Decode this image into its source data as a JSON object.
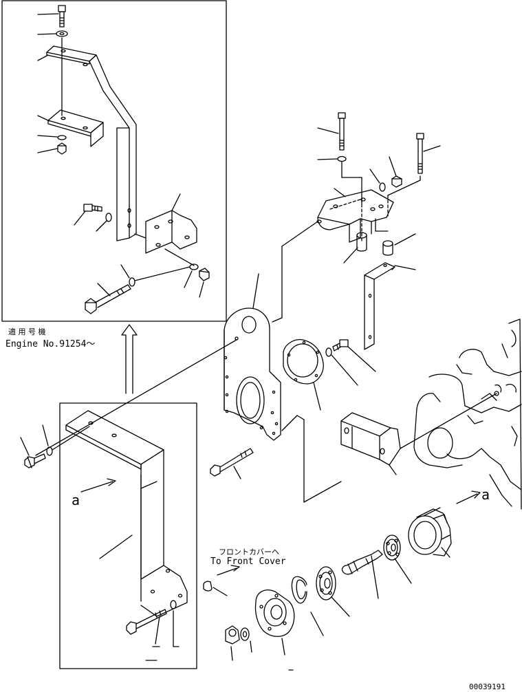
{
  "labels": {
    "applicable_jp": "適 用 号 機",
    "engine_no": "Engine No.91254～",
    "front_cover_jp": "フロントカバーヘ",
    "front_cover_en": "To Front Cover",
    "ref_a_left": "a",
    "ref_a_right": "a",
    "drawing_number": "00039191"
  }
}
